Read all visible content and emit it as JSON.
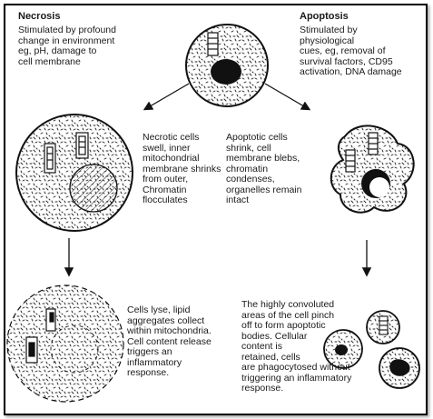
{
  "necrosis": {
    "title": "Necrosis",
    "description": "Stimulated by profound\nchange in environment\neg, pH, damage to\ncell membrane",
    "stage2": "Necrotic cells\nswell, inner\nmitochondrial\nmembrane shrinks\nfrom outer,\nChromatin\nflocculates",
    "stage3": "Cells lyse, lipid\naggregates collect\nwithin mitochondria.\nCell content release\ntriggers an\ninflammatory\nresponse."
  },
  "apoptosis": {
    "title": "Apoptosis",
    "description": "Stimulated by\nphysiological\ncues, eg, removal of\nsurvival factors, CD95\nactivation, DNA damage",
    "stage2": "Apoptotic cells\nshrink, cell\nmembrane blebs,\nchromatin\ncondenses,\norganelles remain\nintact",
    "stage3": "The highly convoluted\nareas of the cell pinch\noff to form apoptotic\nbodies.  Cellular\ncontent is\nretained, cells\nare phagocytosed without\ntriggering an inflammatory\nresponse."
  },
  "colors": {
    "ink": "#111111",
    "background": "#ffffff"
  }
}
